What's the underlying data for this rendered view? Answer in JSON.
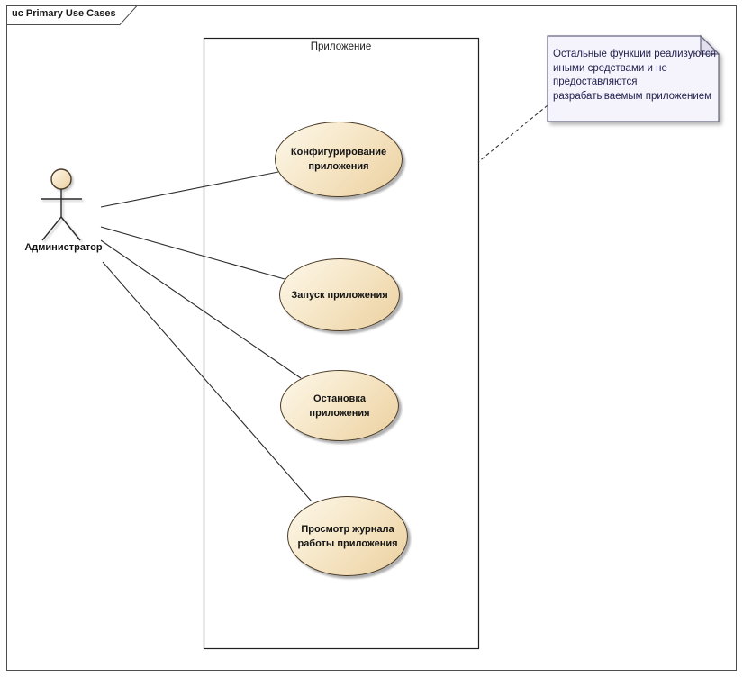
{
  "frame": {
    "label": "uc Primary Use Cases"
  },
  "boundary": {
    "title": "Приложение"
  },
  "actor": {
    "name": "Администратор"
  },
  "usecases": [
    {
      "label": "Конфигурирование\nприложения"
    },
    {
      "label": "Запуск приложения"
    },
    {
      "label": "Остановка\nприложения"
    },
    {
      "label": "Просмотр журнала\nработы приложения"
    }
  ],
  "note": {
    "text": "Остальные функции реализуются\nиными средствами и не\nпредоставляются\nразрабатываемым приложением"
  },
  "colors": {
    "usecase_fill_light": "#fdf8ea",
    "usecase_fill_dark": "#ecd0a0",
    "usecase_border": "#4a3b28",
    "note_fill": "#f5f3fb",
    "note_fold": "#e2e0ee",
    "note_border": "#66667f",
    "note_text": "#1f1f4e",
    "line": "#2b2b2b",
    "frame_border": "#4d4d4d"
  }
}
